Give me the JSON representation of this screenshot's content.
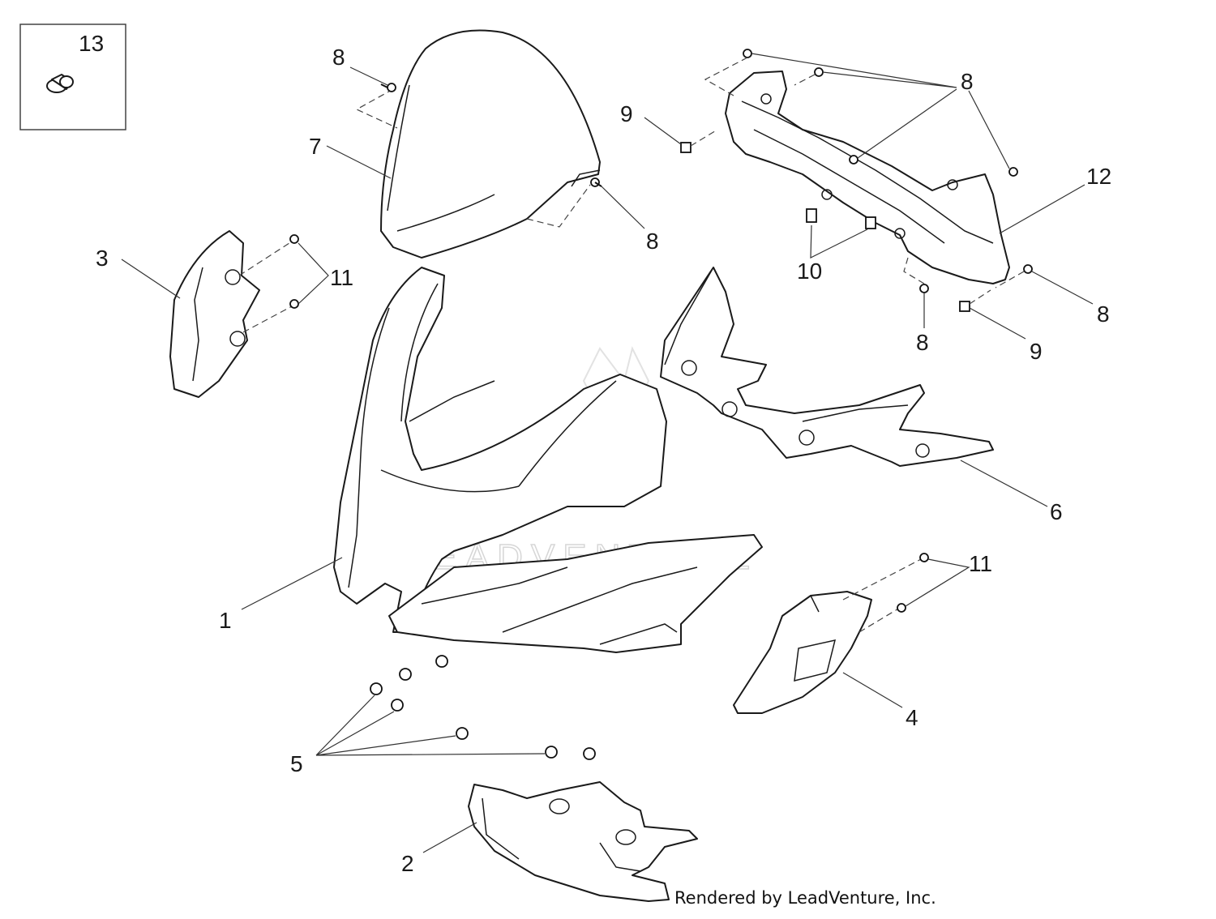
{
  "diagram": {
    "callouts": {
      "c1": "1",
      "c2": "2",
      "c3": "3",
      "c4": "4",
      "c5": "5",
      "c6": "6",
      "c7": "7",
      "c8a": "8",
      "c8b": "8",
      "c8c": "8",
      "c8d": "8",
      "c8e": "8",
      "c9a": "9",
      "c9b": "9",
      "c10": "10",
      "c11a": "11",
      "c11b": "11",
      "c12": "12",
      "c13": "13"
    },
    "watermark": "LEADVENTURE",
    "credit": "Rendered by LeadVenture, Inc."
  },
  "colors": {
    "line": "#1a1a1a",
    "background": "#ffffff",
    "watermark": "#d6d6d6"
  }
}
